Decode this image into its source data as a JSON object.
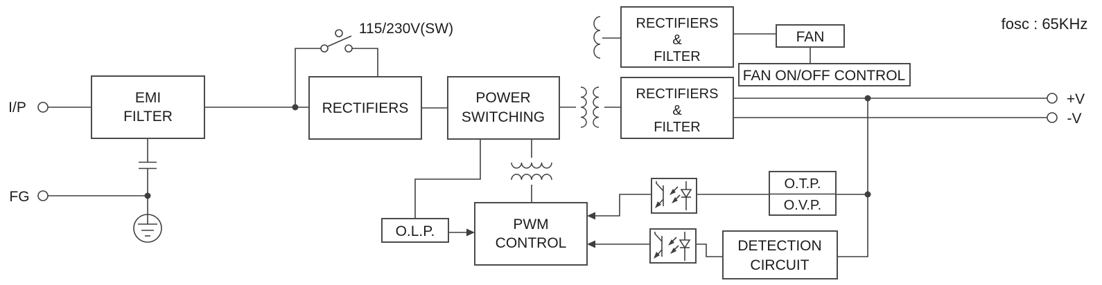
{
  "diagram": {
    "fosc_label": "fosc : 65KHz",
    "switch_label": "115/230V(SW)",
    "terminals": {
      "input": "I/P",
      "ground": "FG",
      "v_plus": "+V",
      "v_minus": "-V"
    },
    "blocks": {
      "emi_filter": {
        "l1": "EMI",
        "l2": "FILTER"
      },
      "rectifiers": {
        "l1": "RECTIFIERS"
      },
      "power_switching": {
        "l1": "POWER",
        "l2": "SWITCHING"
      },
      "rectifiers_filter_fan": {
        "l1": "RECTIFIERS",
        "l2": "&",
        "l3": "FILTER"
      },
      "fan": {
        "l1": "FAN"
      },
      "fan_control": {
        "l1": "FAN ON/OFF CONTROL"
      },
      "rectifiers_filter_main": {
        "l1": "RECTIFIERS",
        "l2": "&",
        "l3": "FILTER"
      },
      "olp": {
        "l1": "O.L.P."
      },
      "pwm_control": {
        "l1": "PWM",
        "l2": "CONTROL"
      },
      "otp": {
        "l1": "O.T.P."
      },
      "ovp": {
        "l1": "O.V.P."
      },
      "detection": {
        "l1": "DETECTION",
        "l2": "CIRCUIT"
      }
    },
    "colors": {
      "line": "#3f3f3f",
      "box-stroke": "#4a4a4a",
      "text": "#1c1c1c",
      "bg": "#ffffff"
    }
  }
}
